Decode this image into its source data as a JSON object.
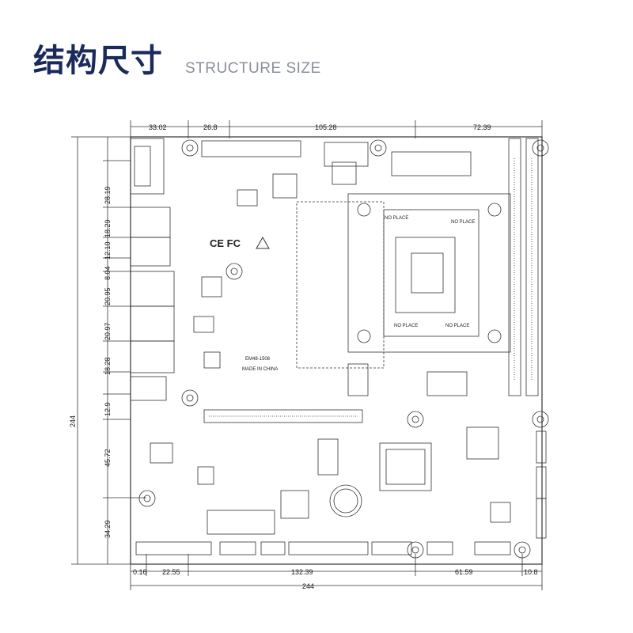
{
  "header": {
    "title_cn": "结构尺寸",
    "title_en": "STRUCTURE SIZE"
  },
  "colors": {
    "title": "#1a2a5a",
    "subtitle": "#8a8f99",
    "line": "#333333"
  },
  "dimensions": {
    "top": [
      "33.02",
      "26.8",
      "105.28",
      "72.39"
    ],
    "left": [
      "28.19",
      "18.29",
      "12.10",
      "8.04",
      "20.95",
      "20.97",
      "18.28",
      "12.9",
      "45.72",
      "34.29"
    ],
    "height_total": "244",
    "bottom": [
      "0.16",
      "22.55",
      "132.39",
      "61.59",
      "10.8"
    ],
    "width_total": "244"
  },
  "board_labels": {
    "no_place_1": "NO PLACE",
    "no_place_2": "NO PLACE",
    "no_place_3": "NO PLACE",
    "no_place_4": "NO PLACE",
    "ce_mark": "CE FC",
    "model": "EM48-1508",
    "made_in": "MADE IN CHINA"
  }
}
